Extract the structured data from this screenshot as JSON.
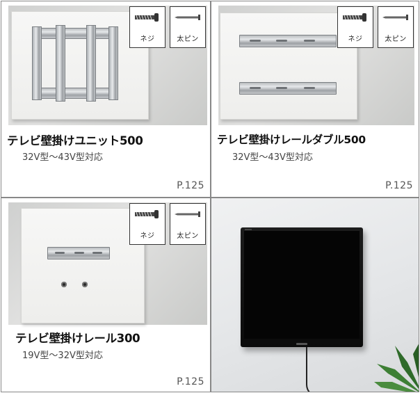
{
  "products": [
    {
      "title": "テレビ壁掛けユニット500",
      "size": "32V型〜43V型対応",
      "page": "P.125",
      "parts": [
        {
          "label": "ネジ",
          "icon": "screw-icon"
        },
        {
          "label": "太ピン",
          "icon": "pin-icon"
        }
      ]
    },
    {
      "title": "テレビ壁掛けレールダブル500",
      "size": "32V型〜43V型対応",
      "page": "P.125",
      "parts": [
        {
          "label": "ネジ",
          "icon": "screw-icon"
        },
        {
          "label": "太ピン",
          "icon": "pin-icon"
        }
      ]
    },
    {
      "title": "テレビ壁掛けレール300",
      "size": "19V型〜32V型対応",
      "page": "P.125",
      "parts": [
        {
          "label": "ネジ",
          "icon": "screw-icon"
        },
        {
          "label": "太ピン",
          "icon": "pin-icon"
        }
      ]
    }
  ],
  "colors": {
    "border": "#888888",
    "rail": "#b9bcbf",
    "text": "#111111",
    "tv": "#0b0b0b"
  }
}
